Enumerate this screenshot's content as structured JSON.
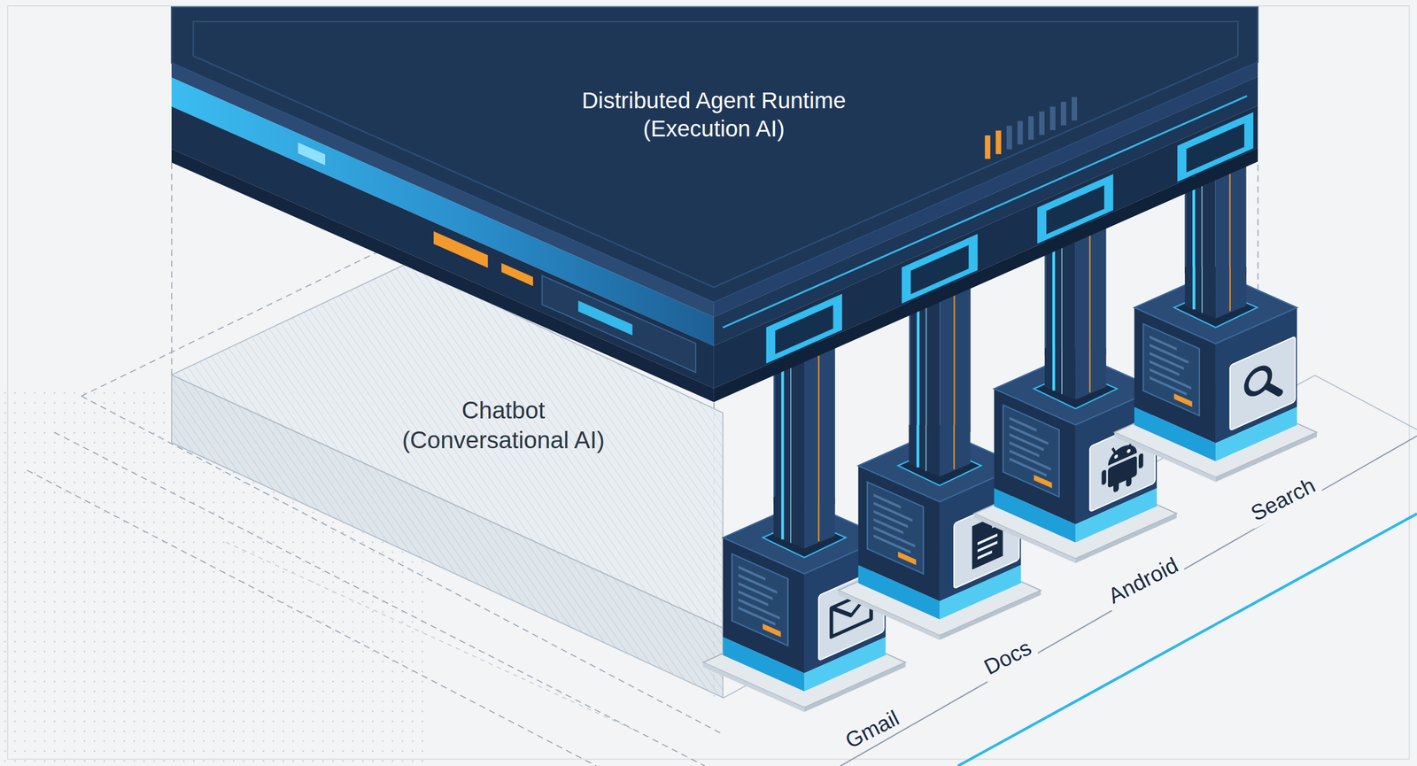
{
  "diagram": {
    "nodes": [
      {
        "text": [
          "Distributed Agent Runtime (Execution AI)"
        ]
      },
      {
        "text": [
          "Chatbot (Conversational AI)"
        ]
      },
      {
        "text": [
          "Gmail"
        ]
      },
      {
        "text": [
          "Docs"
        ]
      },
      {
        "text": [
          "Android"
        ]
      },
      {
        "text": [
          "Search"
        ]
      }
    ],
    "edges": [
      {
        "from": 0,
        "to": 2,
        "arrow": "none"
      },
      {
        "from": 0,
        "to": 3,
        "arrow": "none"
      },
      {
        "from": 0,
        "to": 4,
        "arrow": "none"
      },
      {
        "from": 0,
        "to": 5,
        "arrow": "none"
      }
    ]
  }
}
